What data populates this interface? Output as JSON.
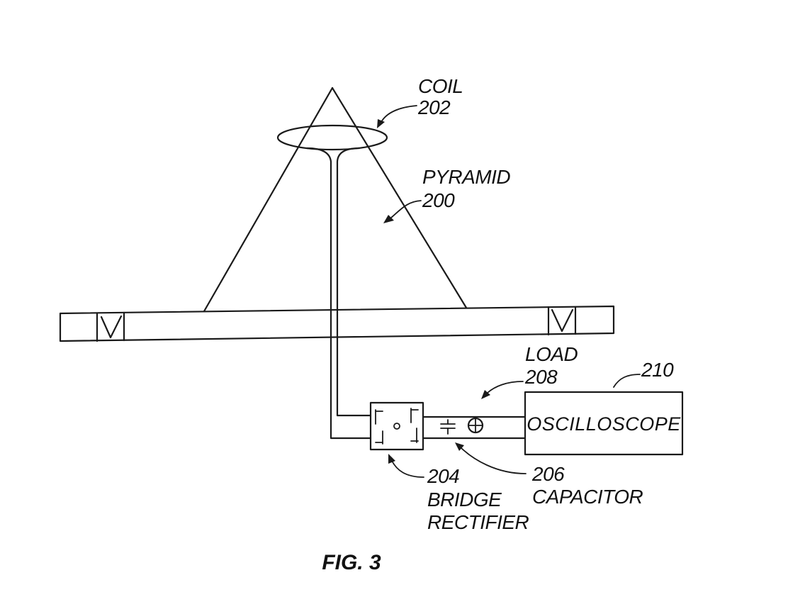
{
  "figure": {
    "caption": "FIG. 3"
  },
  "labels": {
    "coil_name": "COIL",
    "coil_ref": "202",
    "pyramid_name": "PYRAMID",
    "pyramid_ref": "200",
    "load_name": "LOAD",
    "load_ref": "208",
    "oscilloscope_ref": "210",
    "oscilloscope_name": "OSCILLOSCOPE",
    "bridge_ref": "204",
    "bridge_line1": "BRIDGE",
    "bridge_line2": "RECTIFIER",
    "capacitor_ref": "206",
    "capacitor_name": "CAPACITOR"
  },
  "colors": {
    "line": "#1a1a1a",
    "background": "#ffffff"
  }
}
